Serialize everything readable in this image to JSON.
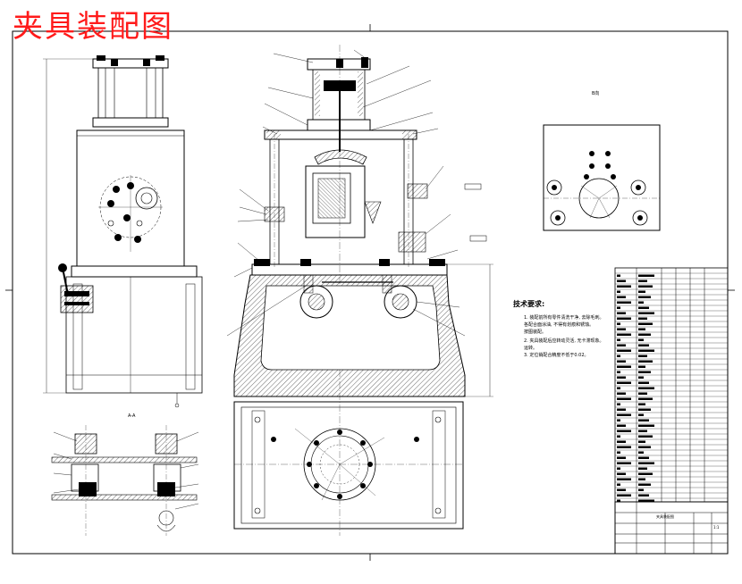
{
  "title": "夹具装配图",
  "section_label": "A-A",
  "view_label": "B向",
  "tech_requirements": {
    "heading": "技术要求:",
    "lines": [
      "1. 装配前所有零件清洗干净, 去除毛刺。",
      "   各配合面涂油, 不得有划痕和锈蚀。",
      "   按图装配。",
      "2. 夹具装配后应转动灵活, 无卡滞现象。",
      "   运转。",
      "3. 定位销配合精度不低于0.02。"
    ]
  },
  "title_block": {
    "drawing_name": "夹具装配图",
    "scale": "1:1"
  },
  "colors": {
    "title_red": "#ff1a1a",
    "line": "#000000"
  }
}
